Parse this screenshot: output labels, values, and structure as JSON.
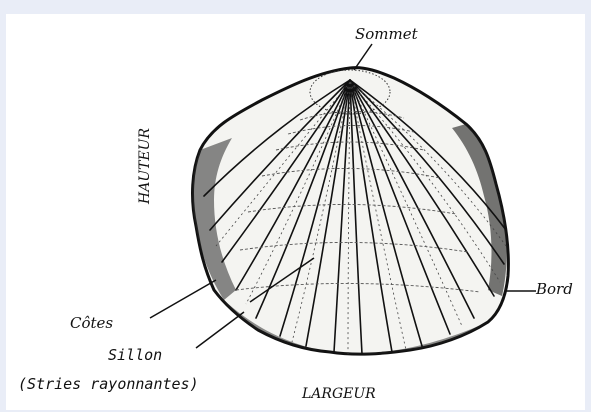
{
  "labels": {
    "sommet": "Sommet",
    "bord": "Bord",
    "cotes": "Côtes",
    "sillon": "Sillon",
    "stries": "(Stries rayonnantes)",
    "hauteur": "HAUTEUR",
    "largeur": "LARGEUR"
  },
  "colors": {
    "background": "#e9edf7",
    "panel": "#ffffff",
    "ink": "#111111"
  }
}
